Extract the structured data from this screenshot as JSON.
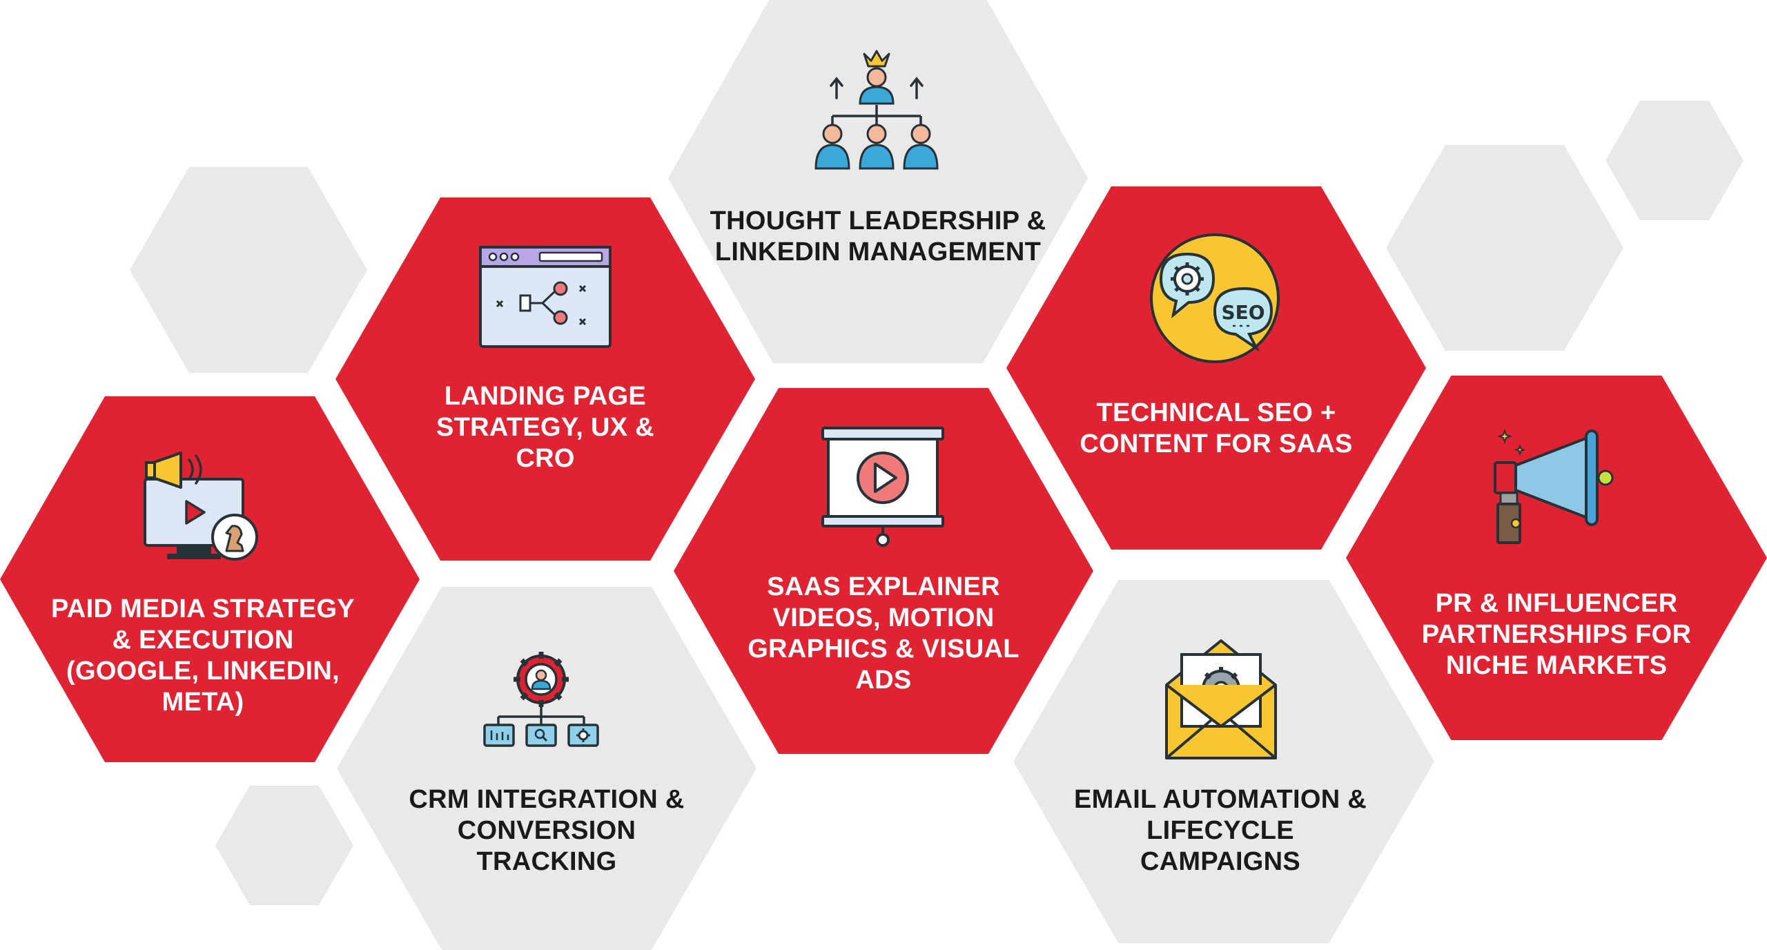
{
  "colors": {
    "accent_red": "#e02333",
    "hex_grey": "#e9e9ea",
    "text_dark": "#1a1a1a",
    "text_light": "#ffffff"
  },
  "services": [
    {
      "id": "thought-leadership",
      "label": "THOUGHT LEADERSHIP & LINKEDIN MANAGEMENT",
      "icon": "hierarchy-crown-icon",
      "fill": "grey"
    },
    {
      "id": "landing-page",
      "label": "LANDING PAGE STRATEGY, UX & CRO",
      "icon": "browser-flow-icon",
      "fill": "red"
    },
    {
      "id": "technical-seo",
      "label": "TECHNICAL SEO + CONTENT FOR SAAS",
      "icon": "seo-gear-bubble-icon",
      "fill": "red"
    },
    {
      "id": "paid-media",
      "label": "PAID MEDIA STRATEGY & EXECUTION (GOOGLE, LINKEDIN, META)",
      "icon": "megaphone-monitor-chess-icon",
      "fill": "red"
    },
    {
      "id": "saas-explainer",
      "label": "SAAS EXPLAINER VIDEOS, MOTION GRAPHICS & VISUAL ADS",
      "icon": "presentation-play-icon",
      "fill": "red"
    },
    {
      "id": "pr-influencer",
      "label": "PR & INFLUENCER PARTNERSHIPS FOR NICHE MARKETS",
      "icon": "megaphone-icon",
      "fill": "red"
    },
    {
      "id": "crm-integration",
      "label": "CRM INTEGRATION & CONVERSION TRACKING",
      "icon": "gear-user-network-icon",
      "fill": "grey"
    },
    {
      "id": "email-automation",
      "label": "EMAIL AUTOMATION & LIFECYCLE CAMPAIGNS",
      "icon": "envelope-gear-icon",
      "fill": "grey"
    }
  ]
}
